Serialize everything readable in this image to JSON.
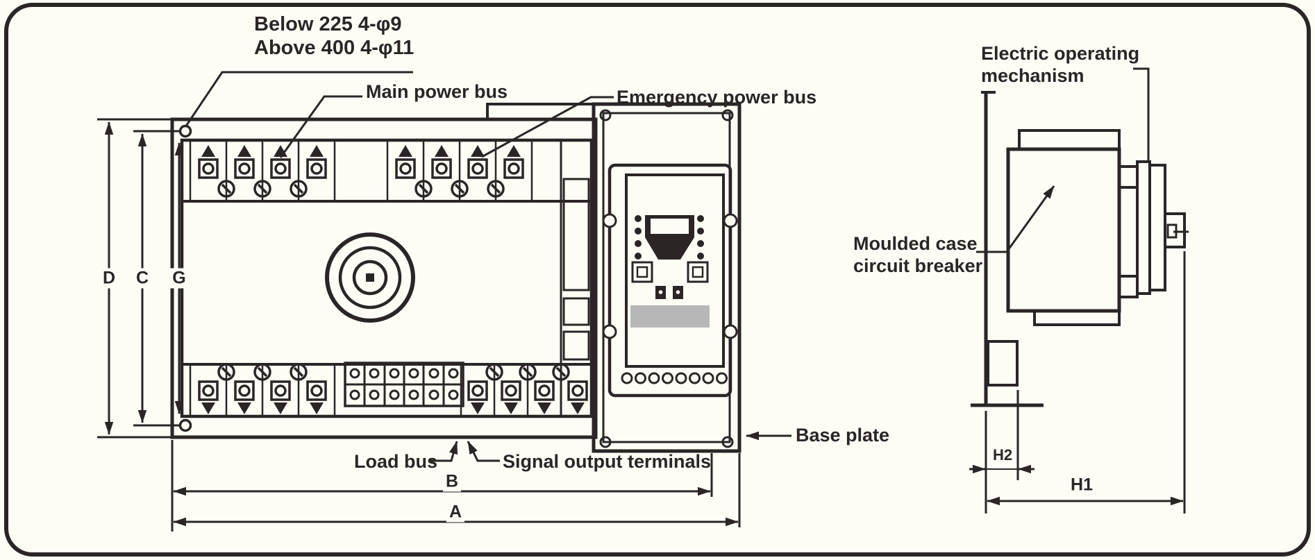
{
  "window": {
    "background": "#fdfdf6",
    "line_color": "#2b2526",
    "gray_band_color": "#b7b7b7"
  },
  "front_view": {
    "note": {
      "line1": "Below 225 4-φ9",
      "line2": "Above 400 4-φ11"
    },
    "labels": {
      "main_power_bus": "Main power bus",
      "emergency_power_bus": "Emergency power bus",
      "load_bus": "Load bus",
      "signal_output_terminals": "Signal output terminals",
      "base_plate": "Base plate"
    },
    "dimensions": {
      "overall_width": "A",
      "mounting_width": "B",
      "mounting_height": "C",
      "overall_height": "D",
      "body_height": "G"
    }
  },
  "side_view": {
    "labels": {
      "electric_operating_mechanism": [
        "Electric operating",
        "mechanism"
      ],
      "moulded_case_circuit_breaker": [
        "Moulded case",
        "circuit breaker"
      ]
    },
    "dimensions": {
      "overall_depth": "H1",
      "base_plate_depth": "H2"
    }
  }
}
